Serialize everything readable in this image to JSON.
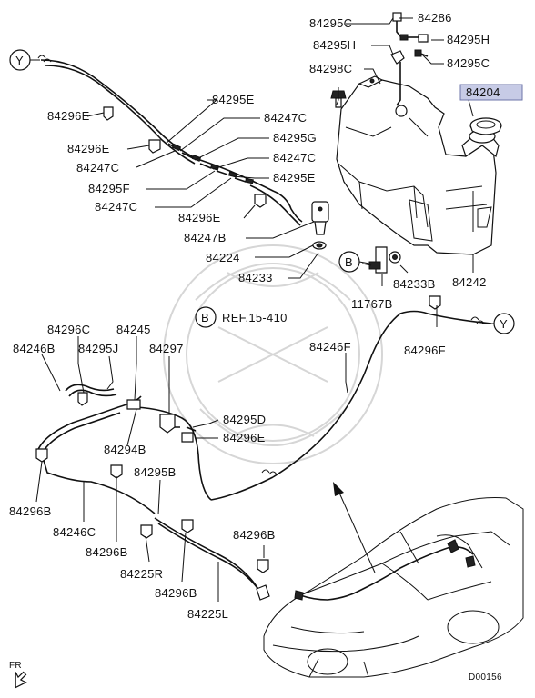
{
  "labels": {
    "p84286": "84286",
    "p84295c_top": "84295C",
    "p84295h_left": "84295H",
    "p84295h_right": "84295H",
    "p84295c_right": "84295C",
    "p84298c": "84298C",
    "p84204": "84204",
    "p84295e_a": "84295E",
    "p84296e_a": "84296E",
    "p84247c_a": "84247C",
    "p84295g": "84295G",
    "p84296e_b": "84296E",
    "p84247c_b": "84247C",
    "p84247c_c": "84247C",
    "p84295e_b": "84295E",
    "p84295f": "84295F",
    "p84247c_d": "84247C",
    "p84296e_c": "84296E",
    "p84247b": "84247B",
    "p84224": "84224",
    "p84233": "84233",
    "p84233b": "84233B",
    "p84242": "84242",
    "p11767b": "11767B",
    "ref_letter": "B",
    "ref_text": "REF.15-410",
    "callout_b": "B",
    "y_left": "Y",
    "y_right": "Y",
    "p84296c": "84296C",
    "p84245": "84245",
    "p84246b": "84246B",
    "p84295j": "84295J",
    "p84297": "84297",
    "p84246f": "84246F",
    "p84296f": "84296F",
    "p84295d": "84295D",
    "p84296e_d": "84296E",
    "p84294b": "84294B",
    "p84295b": "84295B",
    "p84296b_a": "84296B",
    "p84246c": "84246C",
    "p84296b_b": "84296B",
    "p84296b_c": "84296B",
    "p84225r": "84225R",
    "p84296b_d": "84296B",
    "p84225l": "84225L",
    "fr": "FR",
    "diagram_code": "D00156"
  }
}
